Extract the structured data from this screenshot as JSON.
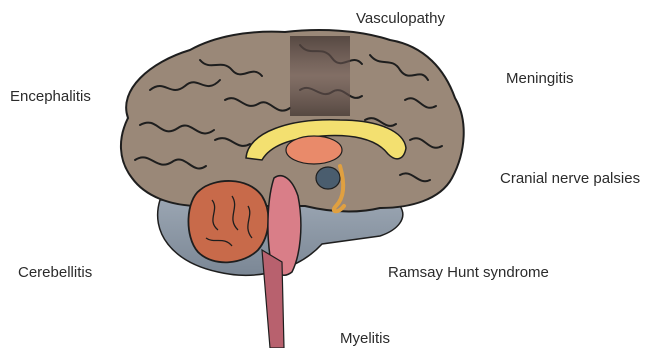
{
  "labels": {
    "vasculopathy": "Vasculopathy",
    "encephalitis": "Encephalitis",
    "meningitis": "Meningitis",
    "cranial_nerve_palsies": "Cranial nerve palsies",
    "cerebellitis": "Cerebellitis",
    "ramsay_hunt": "Ramsay Hunt syndrome",
    "myelitis": "Myelitis"
  },
  "colors": {
    "cortex": "#9a8878",
    "cortex_dark": "#7c6c5e",
    "outline": "#1e1e1e",
    "corpus_callosum": "#f3e070",
    "thalamus": "#e98a6a",
    "cerebellum": "#c86a4a",
    "brainstem": "#d97e88",
    "spinal_cord": "#b8616e",
    "ventricle": "#4a5d6e",
    "meninges": "#8a97a6",
    "vessel_band": "#6e5a56"
  }
}
